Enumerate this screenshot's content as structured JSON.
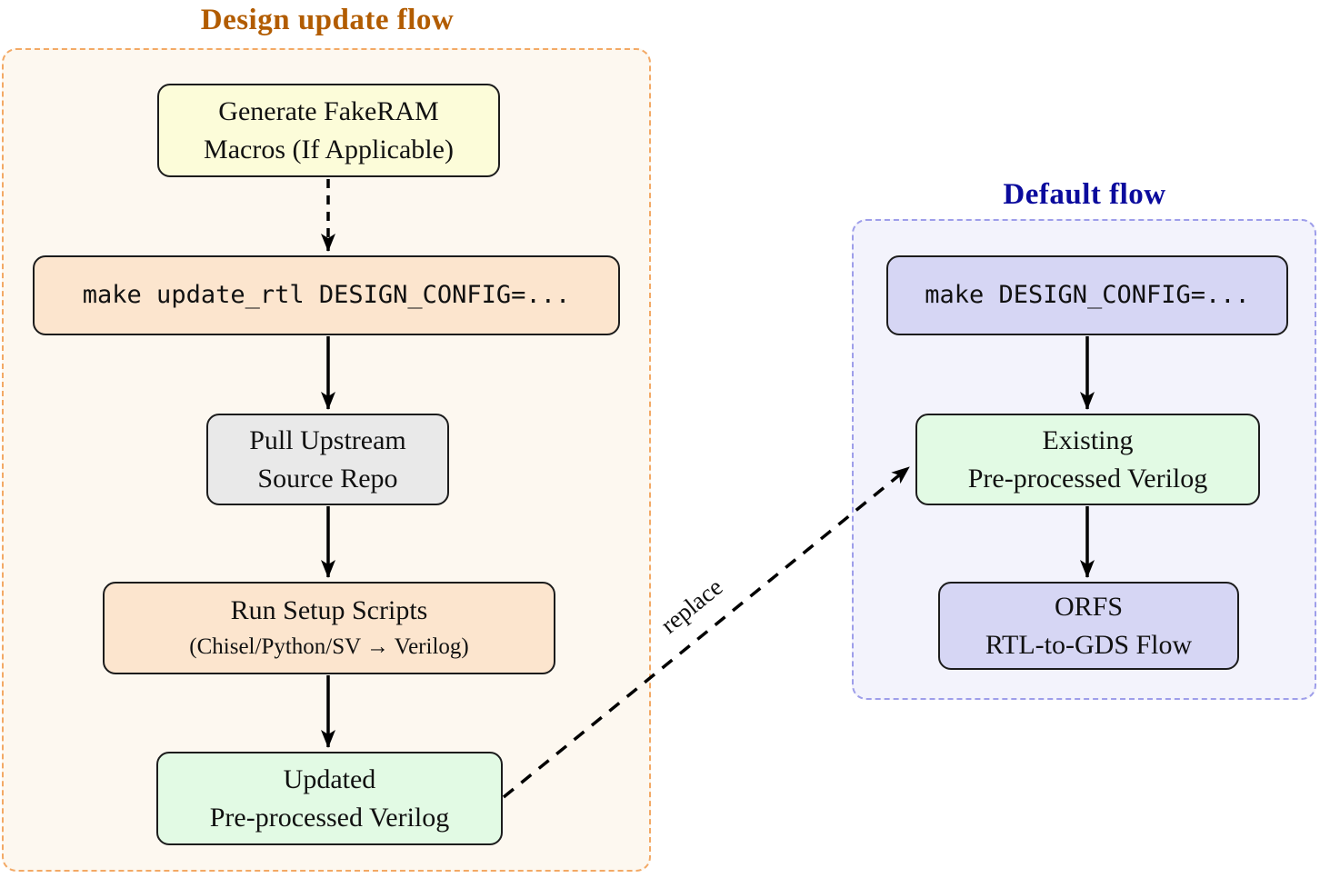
{
  "colors": {
    "left-bg": "#fdf8f0",
    "left-border": "#f3a965",
    "left-title": "#b25c00",
    "right-bg": "#f3f3fc",
    "right-border": "#9e9eea",
    "right-title": "#0b0b9d",
    "yellow-fill": "#fcfcd9",
    "peach-fill": "#fce5ce",
    "gray-fill": "#e9e9e9",
    "green-fill": "#e2fae4",
    "lavender-fill": "#d6d6f4",
    "node-border": "#1c1c1c",
    "arrow": "#000000"
  },
  "design_update_flow": {
    "title": "Design update flow",
    "nodes": {
      "generate_fakeram": {
        "line1": "Generate FakeRAM",
        "line2": "Macros (If Applicable)"
      },
      "make_update_rtl": {
        "command": "make update_rtl DESIGN_CONFIG=..."
      },
      "pull_upstream": {
        "line1": "Pull Upstream",
        "line2": "Source Repo"
      },
      "run_setup_scripts": {
        "line1": "Run Setup Scripts",
        "line2": "(Chisel/Python/SV → Verilog)"
      },
      "updated_verilog": {
        "line1": "Updated",
        "line2": "Pre-processed Verilog"
      }
    }
  },
  "default_flow": {
    "title": "Default flow",
    "nodes": {
      "make_design_config": {
        "command": "make DESIGN_CONFIG=..."
      },
      "existing_verilog": {
        "line1": "Existing",
        "line2": "Pre-processed Verilog"
      },
      "orfs_rtl_to_gds": {
        "line1": "ORFS",
        "line2": "RTL-to-GDS Flow"
      }
    }
  },
  "edges": {
    "replace_label": "replace"
  }
}
